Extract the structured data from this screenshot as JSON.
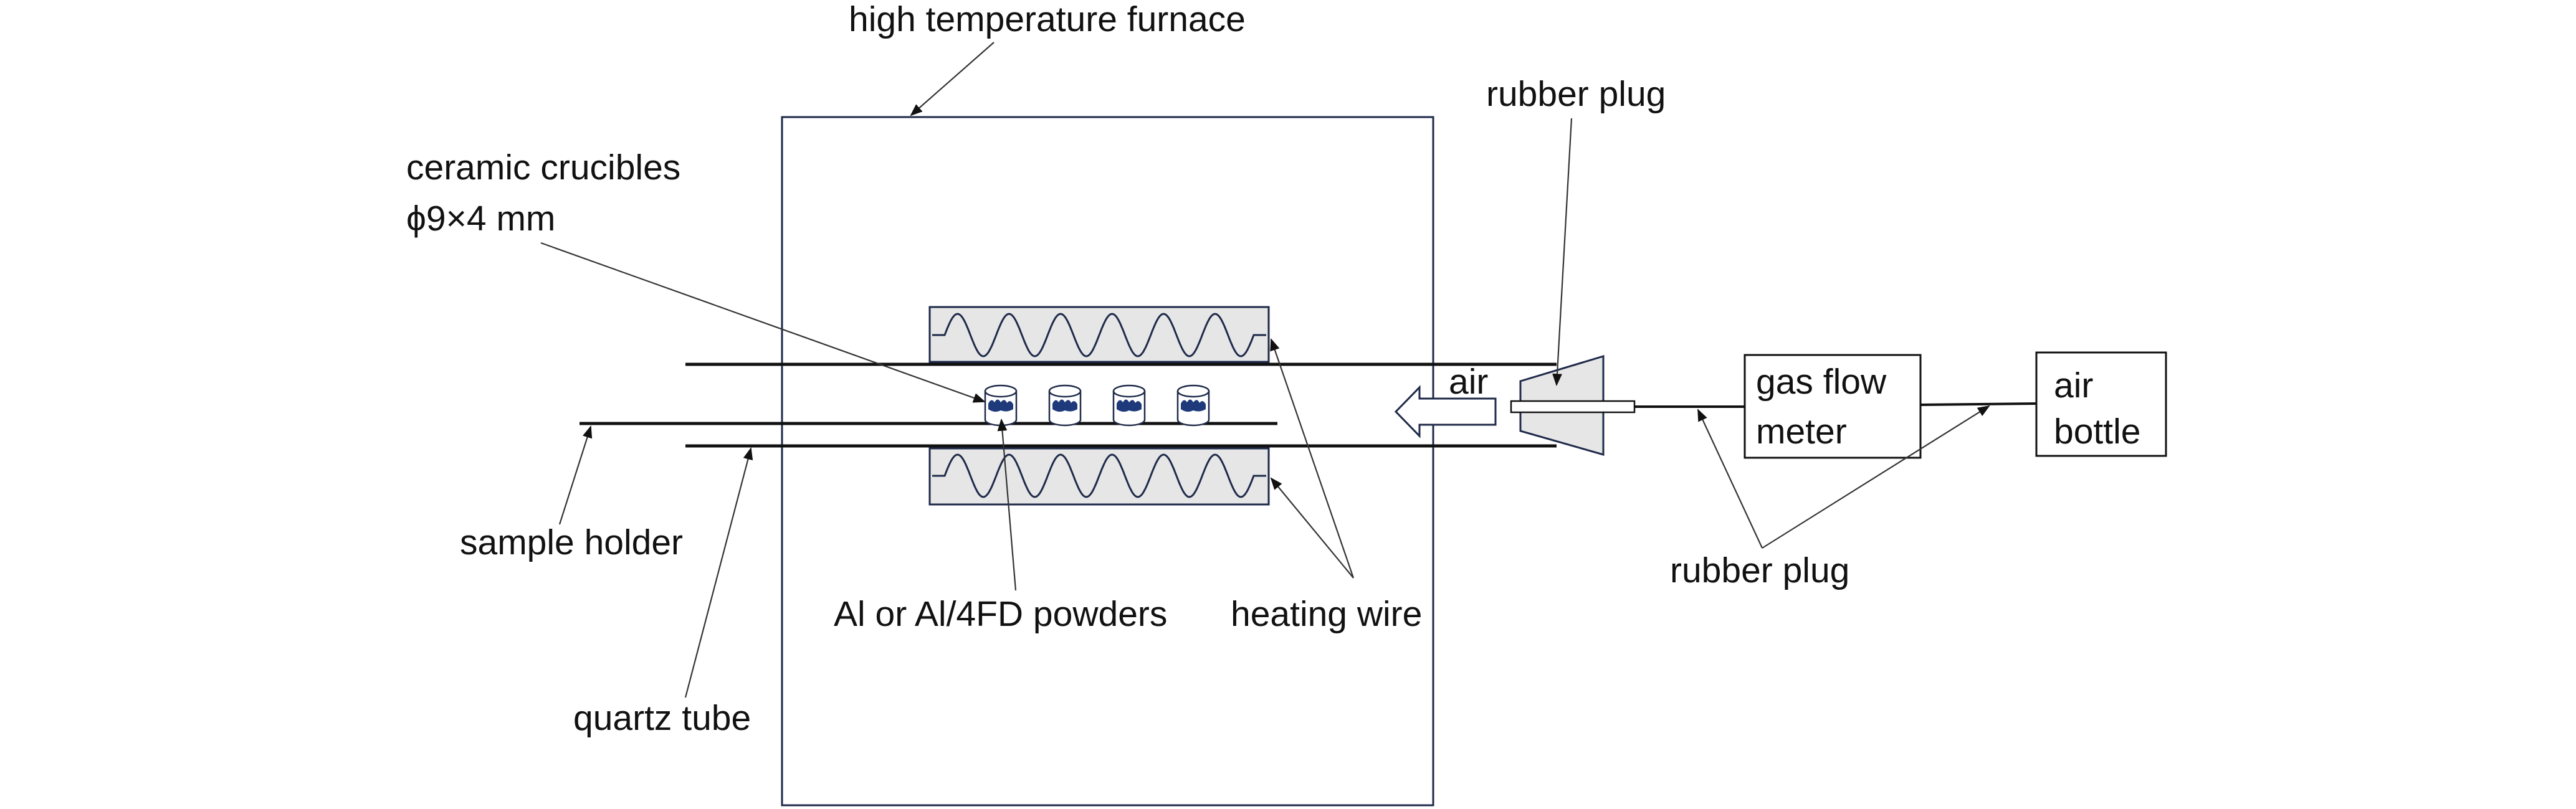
{
  "labels": {
    "furnace": "high temperature furnace",
    "crucibles_line1": "ceramic crucibles",
    "crucibles_line2": "ϕ9×4 mm",
    "rubber_plug_top": "rubber plug",
    "rubber_plug_bottom": "rubber plug",
    "air_flow": "air",
    "gas_flow_meter_line1": "gas flow",
    "gas_flow_meter_line2": "meter",
    "air_bottle_line1": "air",
    "air_bottle_line2": "bottle",
    "sample_holder": "sample holder",
    "quartz_tube": "quartz tube",
    "powders": "Al or Al/4FD powders",
    "heating_wire": "heating wire"
  },
  "components": {
    "crucible_count": 4,
    "heater_coil_turns": 6
  }
}
